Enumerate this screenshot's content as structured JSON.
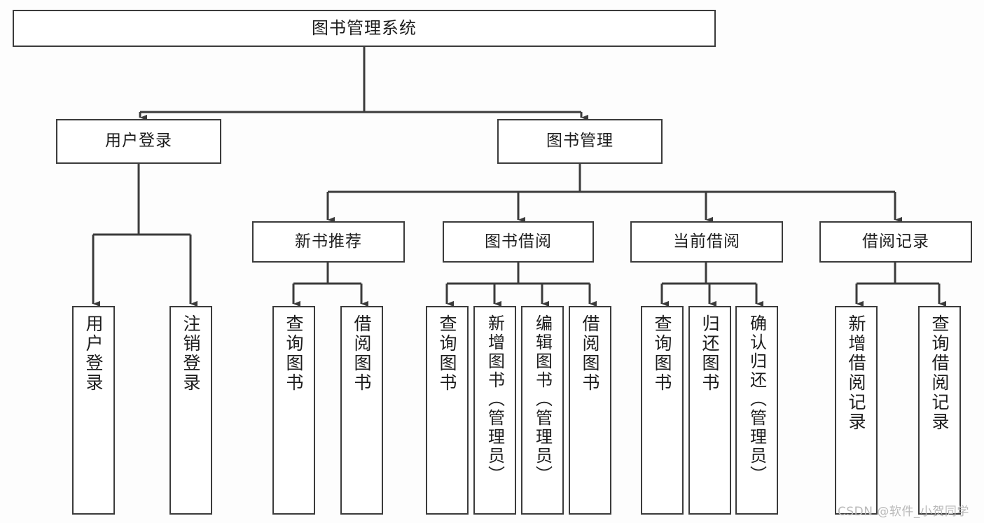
{
  "diagram": {
    "title": "图书管理系统",
    "type": "tree-structure-chart",
    "colors": {
      "background": "#fdfdfd",
      "node_fill": "#ffffff",
      "node_border": "#3b3b3b",
      "connector": "#3b3b3b",
      "text": "#1d1d1d",
      "watermark": "#b9b9b9"
    },
    "root": {
      "label": "图书管理系统"
    },
    "level2": [
      {
        "label": "用户登录"
      },
      {
        "label": "图书管理"
      }
    ],
    "level3": [
      {
        "label": "新书推荐"
      },
      {
        "label": "图书借阅"
      },
      {
        "label": "当前借阅"
      },
      {
        "label": "借阅记录"
      }
    ],
    "leaves": {
      "user_login": [
        {
          "label": "用户登录"
        },
        {
          "label": "注销登录"
        }
      ],
      "new_book_recommend": [
        {
          "label": "查询图书"
        },
        {
          "label": "借阅图书"
        }
      ],
      "book_borrow": [
        {
          "label": "查询图书"
        },
        {
          "label": "新增图书（管理员）"
        },
        {
          "label": "编辑图书（管理员）"
        },
        {
          "label": "借阅图书"
        }
      ],
      "current_borrow": [
        {
          "label": "查询图书"
        },
        {
          "label": "归还图书"
        },
        {
          "label": "确认归还（管理员）"
        }
      ],
      "borrow_record": [
        {
          "label": "新增借阅记录"
        },
        {
          "label": "查询借阅记录"
        }
      ]
    },
    "watermark": "CSDN @软件_小贺同学"
  }
}
